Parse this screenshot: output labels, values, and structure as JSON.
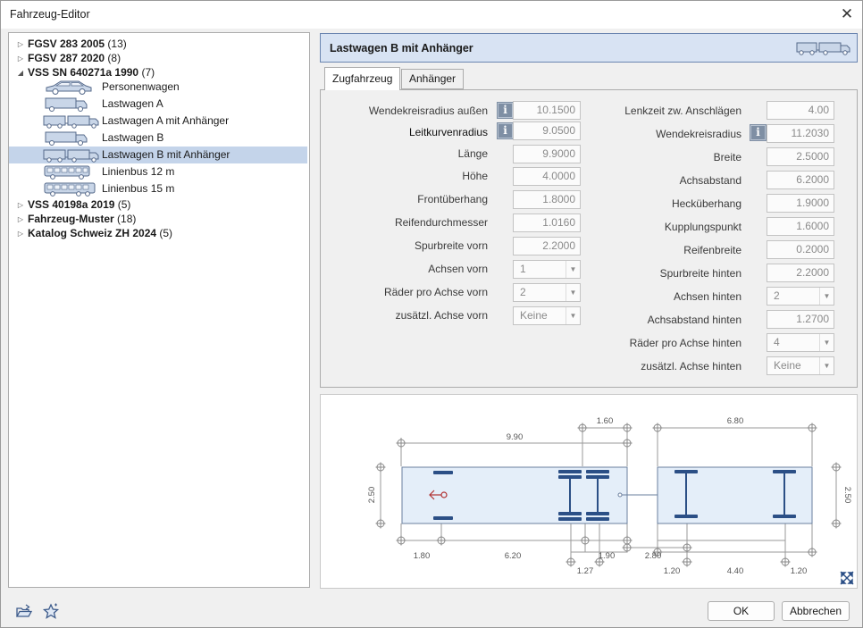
{
  "window": {
    "title": "Fahrzeug-Editor"
  },
  "tree": {
    "groups": [
      {
        "name": "FGSV 283 2005",
        "count": "(13)",
        "expanded": false
      },
      {
        "name": "FGSV 287 2020",
        "count": "(8)",
        "expanded": false
      },
      {
        "name": "VSS SN 640271a 1990",
        "count": "(7)",
        "expanded": true
      },
      {
        "name": "VSS 40198a 2019",
        "count": "(5)",
        "expanded": false
      },
      {
        "name": "Fahrzeug-Muster",
        "count": "(18)",
        "expanded": false
      },
      {
        "name": "Katalog Schweiz ZH 2024",
        "count": "(5)",
        "expanded": false
      }
    ],
    "vehicles": [
      {
        "label": "Personenwagen",
        "icon": "car-icon"
      },
      {
        "label": "Lastwagen A",
        "icon": "truck-icon"
      },
      {
        "label": "Lastwagen A mit Anhänger",
        "icon": "truck-trailer-icon"
      },
      {
        "label": "Lastwagen B",
        "icon": "truck-icon"
      },
      {
        "label": "Lastwagen B mit Anhänger",
        "icon": "truck-trailer-icon",
        "selected": true
      },
      {
        "label": "Linienbus 12 m",
        "icon": "bus-icon"
      },
      {
        "label": "Linienbus 15 m",
        "icon": "bus-icon"
      }
    ]
  },
  "header": {
    "title": "Lastwagen B mit Anhänger",
    "icon": "truck-trailer-icon"
  },
  "tabs": [
    {
      "label": "Zugfahrzeug",
      "active": true
    },
    {
      "label": "Anhänger",
      "active": false
    }
  ],
  "left_fields": [
    {
      "label": "Wendekreisradius außen",
      "value": "10.1500",
      "info": true
    },
    {
      "label": "Leitkurvenradius",
      "value": "9.0500",
      "info": true
    },
    {
      "label": "Länge",
      "value": "9.9000"
    },
    {
      "label": "Höhe",
      "value": "4.0000"
    },
    {
      "label": "Frontüberhang",
      "value": "1.8000"
    },
    {
      "label": "Reifendurchmesser",
      "value": "1.0160"
    },
    {
      "label": "Spurbreite vorn",
      "value": "2.2000"
    },
    {
      "label": "Achsen vorn",
      "value": "1",
      "combo": true
    },
    {
      "label": "Räder pro Achse vorn",
      "value": "2",
      "combo": true
    },
    {
      "label": "zusätzl. Achse vorn",
      "value": "Keine",
      "combo": true
    }
  ],
  "right_fields": [
    {
      "label": "Lenkzeit zw. Anschlägen",
      "value": "4.00"
    },
    {
      "label": "Wendekreisradius",
      "value": "11.2030",
      "info": true
    },
    {
      "label": "Breite",
      "value": "2.5000"
    },
    {
      "label": "Achsabstand",
      "value": "6.2000"
    },
    {
      "label": "Hecküberhang",
      "value": "1.9000"
    },
    {
      "label": "Kupplungspunkt",
      "value": "1.6000"
    },
    {
      "label": "Reifenbreite",
      "value": "0.2000"
    },
    {
      "label": "Spurbreite hinten",
      "value": "2.2000"
    },
    {
      "label": "Achsen hinten",
      "value": "2",
      "combo": true
    },
    {
      "label": "Achsabstand hinten",
      "value": "1.2700"
    },
    {
      "label": "Räder pro Achse hinten",
      "value": "4",
      "combo": true
    },
    {
      "label": "zusätzl. Achse hinten",
      "value": "Keine",
      "combo": true
    }
  ],
  "diagram": {
    "dims": {
      "length_total": "9.90",
      "coupling": "1.60",
      "trailer_length": "6.80",
      "width_left": "2.50",
      "width_right": "2.50",
      "front_overhang": "1.80",
      "wheelbase": "6.20",
      "rear_axle_spacing": "1.27",
      "rear_overhang": "1.90",
      "drawbar": "2.80",
      "trailer_front": "1.20",
      "trailer_wheelbase": "4.40",
      "trailer_rear": "1.20"
    }
  },
  "buttons": {
    "ok": "OK",
    "cancel": "Abbrechen"
  },
  "colors": {
    "selection": "#c4d4ea",
    "header_bg": "#d8e3f3",
    "axle": "#2b4f86"
  }
}
